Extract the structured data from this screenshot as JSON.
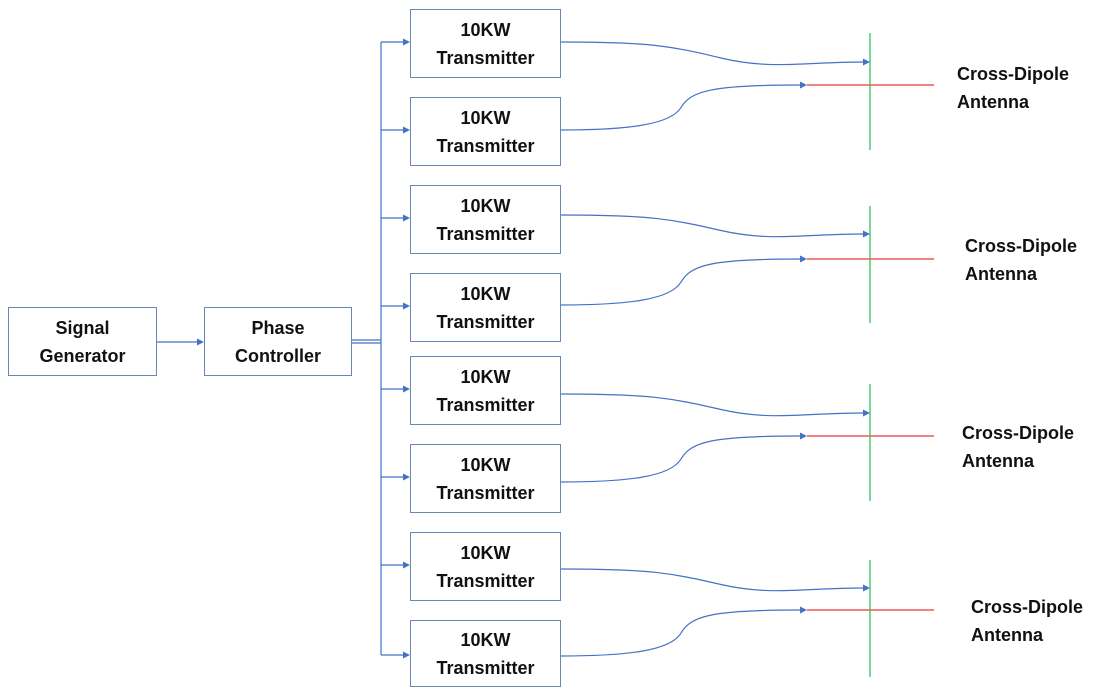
{
  "diagram": {
    "signal_generator": {
      "line1": "Signal",
      "line2": "Generator"
    },
    "phase_controller": {
      "line1": "Phase",
      "line2": "Controller"
    },
    "transmitters": [
      {
        "line1": "10KW",
        "line2": "Transmitter"
      },
      {
        "line1": "10KW",
        "line2": "Transmitter"
      },
      {
        "line1": "10KW",
        "line2": "Transmitter"
      },
      {
        "line1": "10KW",
        "line2": "Transmitter"
      },
      {
        "line1": "10KW",
        "line2": "Transmitter"
      },
      {
        "line1": "10KW",
        "line2": "Transmitter"
      },
      {
        "line1": "10KW",
        "line2": "Transmitter"
      },
      {
        "line1": "10KW",
        "line2": "Transmitter"
      }
    ],
    "antennas": [
      {
        "line1": "Cross-Dipole",
        "line2": "Antenna"
      },
      {
        "line1": "Cross-Dipole",
        "line2": "Antenna"
      },
      {
        "line1": "Cross-Dipole",
        "line2": "Antenna"
      },
      {
        "line1": "Cross-Dipole",
        "line2": "Antenna"
      }
    ],
    "colors": {
      "wire": "#4472c4",
      "box_border": "#6b86b8",
      "dipole_vertical": "#3cc96b",
      "dipole_horizontal": "#e85a5a",
      "text": "#111111"
    }
  }
}
